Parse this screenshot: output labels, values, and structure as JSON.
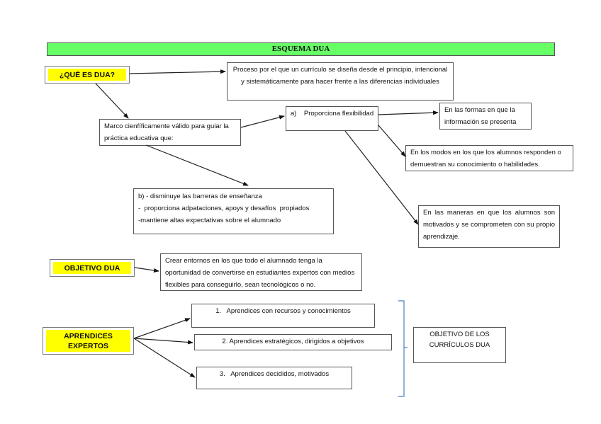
{
  "title": "ESQUEMA DUA",
  "que_es": {
    "label": "¿QUÉ ES DUA?",
    "definition": "Proceso por el que un currículo se diseña desde el principio, intencional y sistemáticamente para hacer frente a las diferencias individuales",
    "marco": "Marco cienfíficamente válido para guiar la práctica educativa que:",
    "a_label": "a)",
    "a_text": "Proporciona flexibilidad",
    "flex_items": [
      "En las formas en que la información se presenta",
      "En los modos en los que los alumnos responden o demuestran su conocimiento o habilidades.",
      "En las maneras en que los alumnos son motivados y se comprometen con su propio aprendizaje."
    ],
    "b_lines": [
      "b) - disminuye las barreras de enseñanza",
      "-  proporciona adpataciones, apoys y desafíos  propiados",
      "-mantiene altas expectativas sobre el alumnado"
    ]
  },
  "objetivo": {
    "label": "OBJETIVO DUA",
    "text": "Crear entornos en los que todo el alumnado tenga la oportunidad de convertirse en estudiantes expertos con medios flexibles para conseguirlo, sean tecnológicos o no."
  },
  "aprendices": {
    "label": "APRENDICES EXPERTOS",
    "items": [
      "1.   Aprendices con recursos y conocimientos",
      "2. Aprendices estratégicos, dirigidos a objetivos",
      "3.   Aprendices decididos, motivados"
    ],
    "summary": "OBJETIVO DE LOS CURRÍCULOS DUA"
  },
  "colors": {
    "title_bg": "#66ff66",
    "highlight": "#ffff00",
    "brace": "#4a7fc1"
  }
}
